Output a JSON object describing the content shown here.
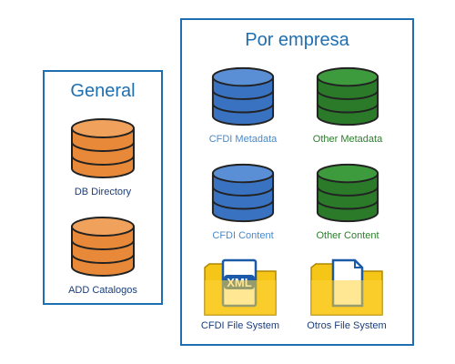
{
  "panels": {
    "general": {
      "title": "General",
      "items": [
        {
          "label": "DB Directory",
          "icon": "database-icon",
          "color": "#e8893a"
        },
        {
          "label": "ADD Catalogos",
          "icon": "database-icon",
          "color": "#e8893a"
        }
      ]
    },
    "empresa": {
      "title": "Por empresa",
      "items": [
        {
          "label": "CFDI Metadata",
          "icon": "database-icon",
          "color": "#3a72c2"
        },
        {
          "label": "Other Metadata",
          "icon": "database-icon",
          "color": "#2a7a2a"
        },
        {
          "label": "CFDI Content",
          "icon": "database-icon",
          "color": "#3a72c2"
        },
        {
          "label": "Other Content",
          "icon": "database-icon",
          "color": "#2a7a2a"
        },
        {
          "label": "CFDI File System",
          "icon": "xml-folder-icon",
          "badge": "XML",
          "color": "#f5c518"
        },
        {
          "label": "Otros File System",
          "icon": "document-folder-icon",
          "color": "#f5c518"
        }
      ]
    }
  },
  "colors": {
    "border": "#1f6fb0",
    "orange_db": "#e8893a",
    "blue_db": "#3a72c2",
    "green_db": "#2a7a2a",
    "folder": "#f5c518"
  }
}
